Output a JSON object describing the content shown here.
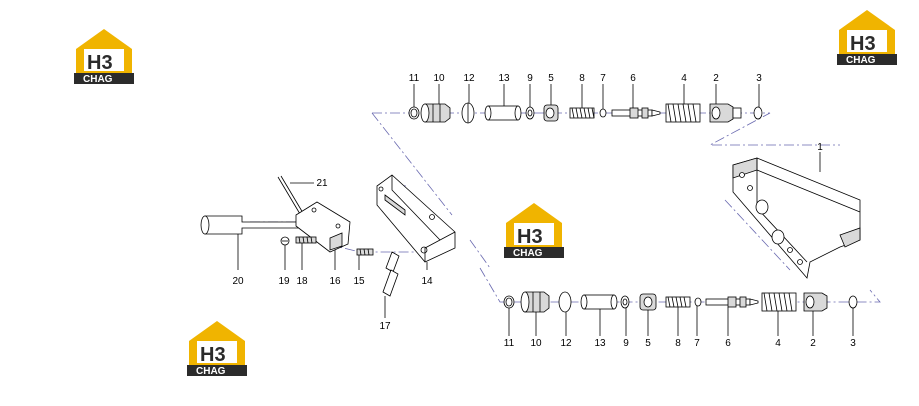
{
  "logo": {
    "mark": "H3",
    "word": "CHAG",
    "color_yellow": "#f0b400",
    "color_dark": "#2b2b2b"
  },
  "callouts": {
    "top": [
      "11",
      "10",
      "12",
      "13",
      "9",
      "5",
      "8",
      "7",
      "6",
      "4",
      "2",
      "3"
    ],
    "bottom": [
      "11",
      "10",
      "12",
      "13",
      "9",
      "5",
      "8",
      "7",
      "6",
      "4",
      "2",
      "3"
    ],
    "housing": "1",
    "left": [
      "21",
      "20",
      "19",
      "18",
      "16",
      "15",
      "14",
      "17"
    ]
  },
  "colors": {
    "assembly_line": "#6a6ab0",
    "part_shade": "#d9d9d9"
  }
}
